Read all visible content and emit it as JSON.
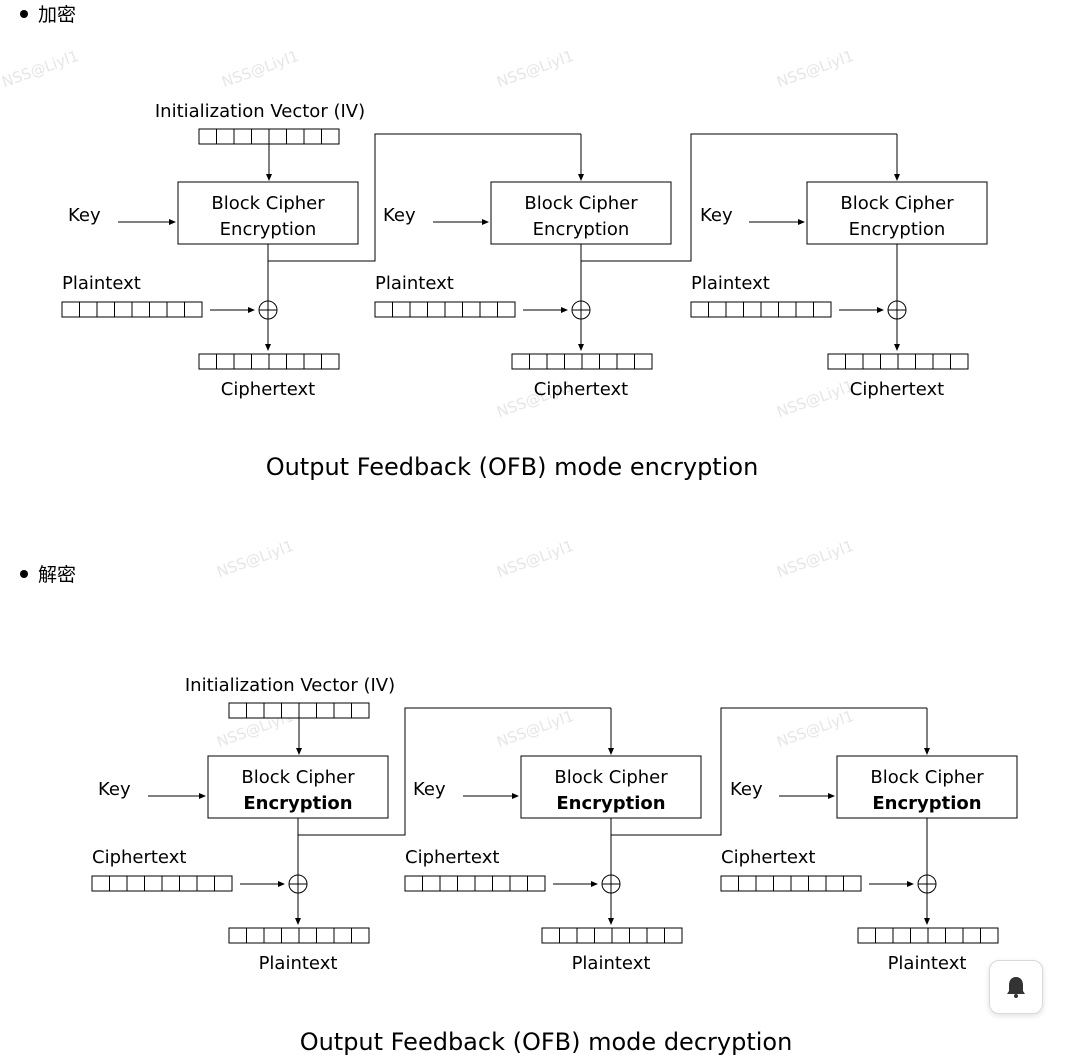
{
  "sections": {
    "encrypt_label": "加密",
    "decrypt_label": "解密"
  },
  "watermark": "NSS@Liyl1",
  "encryption": {
    "iv_label": "Initialization Vector (IV)",
    "key_label": "Key",
    "box_line1": "Block Cipher",
    "box_line2": "Encryption",
    "input_label": "Plaintext",
    "output_label": "Ciphertext",
    "caption": "Output Feedback (OFB) mode encryption"
  },
  "decryption": {
    "iv_label": "Initialization Vector (IV)",
    "key_label": "Key",
    "box_line1": "Block Cipher",
    "box_line2": "Encryption",
    "input_label": "Ciphertext",
    "output_label": "Plaintext",
    "caption": "Output Feedback (OFB) mode decryption"
  },
  "float_button": {
    "icon": "bell-icon"
  }
}
